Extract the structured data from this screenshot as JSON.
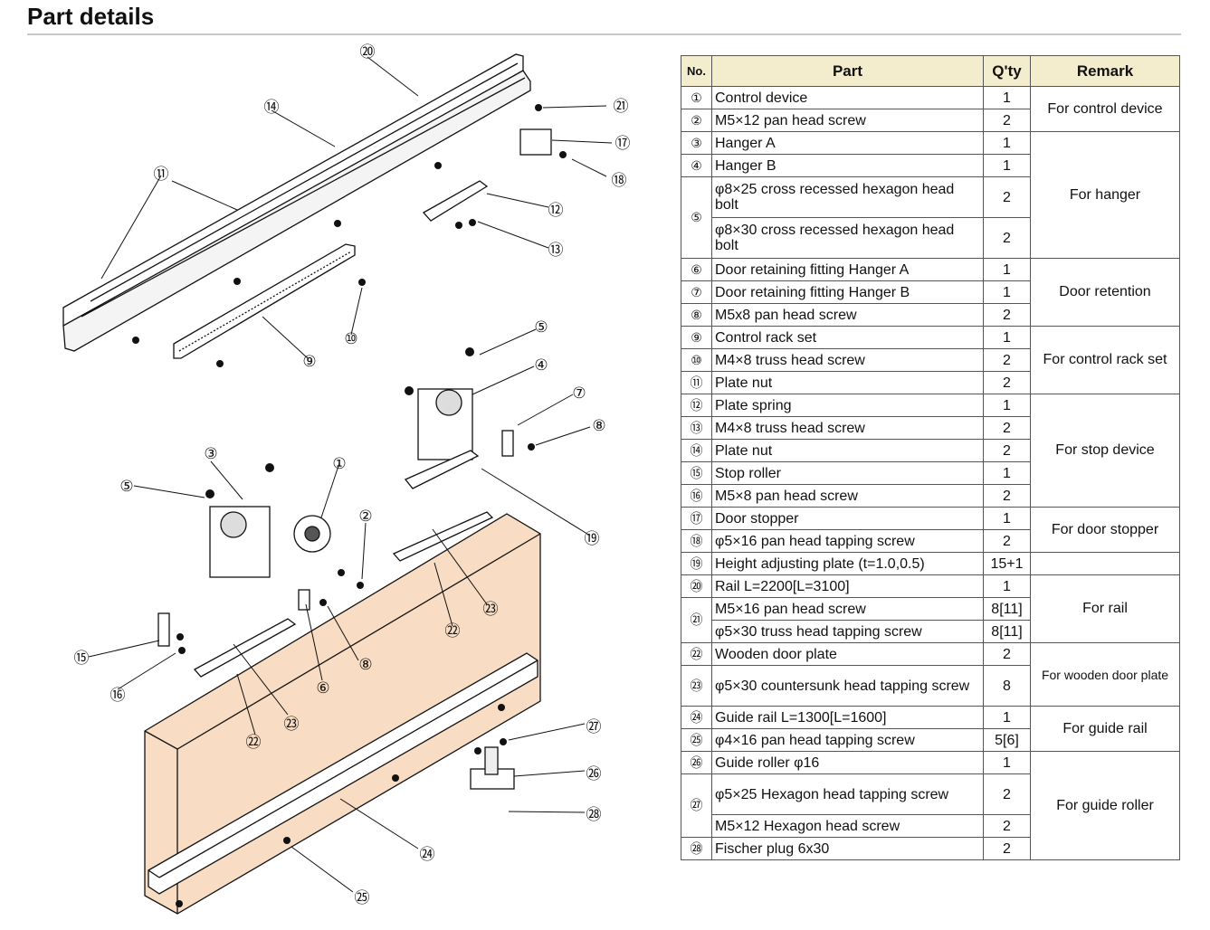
{
  "page": {
    "title": "Part details"
  },
  "table": {
    "headers": {
      "no": "No.",
      "part": "Part",
      "qty": "Q'ty",
      "remark": "Remark"
    },
    "rows": [
      {
        "no": "①",
        "part": "Control device",
        "qty": "1"
      },
      {
        "no": "②",
        "part": "M5×12 pan head screw",
        "qty": "2"
      },
      {
        "no": "③",
        "part": "Hanger A",
        "qty": "1"
      },
      {
        "no": "④",
        "part": "Hanger B",
        "qty": "1"
      },
      {
        "no": "⑤",
        "part": "φ8×25 cross recessed hexagon head bolt",
        "qty": "2"
      },
      {
        "no": "",
        "part": "φ8×30 cross recessed hexagon head bolt",
        "qty": "2"
      },
      {
        "no": "⑥",
        "part": "Door retaining fitting Hanger A",
        "qty": "1"
      },
      {
        "no": "⑦",
        "part": "Door retaining fitting Hanger B",
        "qty": "1"
      },
      {
        "no": "⑧",
        "part": "M5x8 pan head screw",
        "qty": "2"
      },
      {
        "no": "⑨",
        "part": "Control rack set",
        "qty": "1"
      },
      {
        "no": "⑩",
        "part": "M4×8 truss head screw",
        "qty": "2"
      },
      {
        "no": "⑪",
        "part": "Plate nut",
        "qty": "2"
      },
      {
        "no": "⑫",
        "part": "Plate spring",
        "qty": "1"
      },
      {
        "no": "⑬",
        "part": "M4×8 truss head screw",
        "qty": "2"
      },
      {
        "no": "⑭",
        "part": "Plate nut",
        "qty": "2"
      },
      {
        "no": "⑮",
        "part": "Stop roller",
        "qty": "1"
      },
      {
        "no": "⑯",
        "part": "M5×8 pan head screw",
        "qty": "2"
      },
      {
        "no": "⑰",
        "part": "Door stopper",
        "qty": "1"
      },
      {
        "no": "⑱",
        "part": "φ5×16 pan head tapping screw",
        "qty": "2"
      },
      {
        "no": "⑲",
        "part": "Height adjusting plate (t=1.0,0.5)",
        "qty": "15+1"
      },
      {
        "no": "⑳",
        "part": "Rail L=2200[L=3100]",
        "qty": "1"
      },
      {
        "no": "㉑",
        "part": "M5×16 pan head screw",
        "qty": "8[11]"
      },
      {
        "no": "",
        "part": "φ5×30 truss head tapping screw",
        "qty": "8[11]"
      },
      {
        "no": "㉒",
        "part": "Wooden door plate",
        "qty": "2"
      },
      {
        "no": "㉓",
        "part": "φ5×30 countersunk head tapping screw",
        "qty": "8"
      },
      {
        "no": "㉔",
        "part": "Guide rail L=1300[L=1600]",
        "qty": "1"
      },
      {
        "no": "㉕",
        "part": "φ4×16 pan head tapping screw",
        "qty": "5[6]"
      },
      {
        "no": "㉖",
        "part": "Guide roller φ16",
        "qty": "1"
      },
      {
        "no": "㉗",
        "part": "φ5×25 Hexagon head tapping screw",
        "qty": "2"
      },
      {
        "no": "",
        "part": "M5×12 Hexagon head screw",
        "qty": "2"
      },
      {
        "no": "㉘",
        "part": "Fischer plug 6x30",
        "qty": "2"
      }
    ],
    "remarks": [
      "For control device",
      "For hanger",
      "Door retention",
      "For control rack set",
      "For stop device",
      "For door stopper",
      "For rail",
      "For wooden door plate",
      "For guide rail",
      "For guide roller"
    ]
  },
  "diagram": {
    "labels": [
      "①",
      "②",
      "③",
      "④",
      "⑤",
      "⑤",
      "⑥",
      "⑦",
      "⑧",
      "⑧",
      "⑨",
      "⑩",
      "⑪",
      "⑫",
      "⑬",
      "⑭",
      "⑮",
      "⑯",
      "⑰",
      "⑱",
      "⑲",
      "⑳",
      "㉑",
      "㉒",
      "㉒",
      "㉓",
      "㉓",
      "㉔",
      "㉕",
      "㉖",
      "㉗",
      "㉘"
    ],
    "colors": {
      "door": "#f8dcc3",
      "line": "#111111"
    }
  }
}
